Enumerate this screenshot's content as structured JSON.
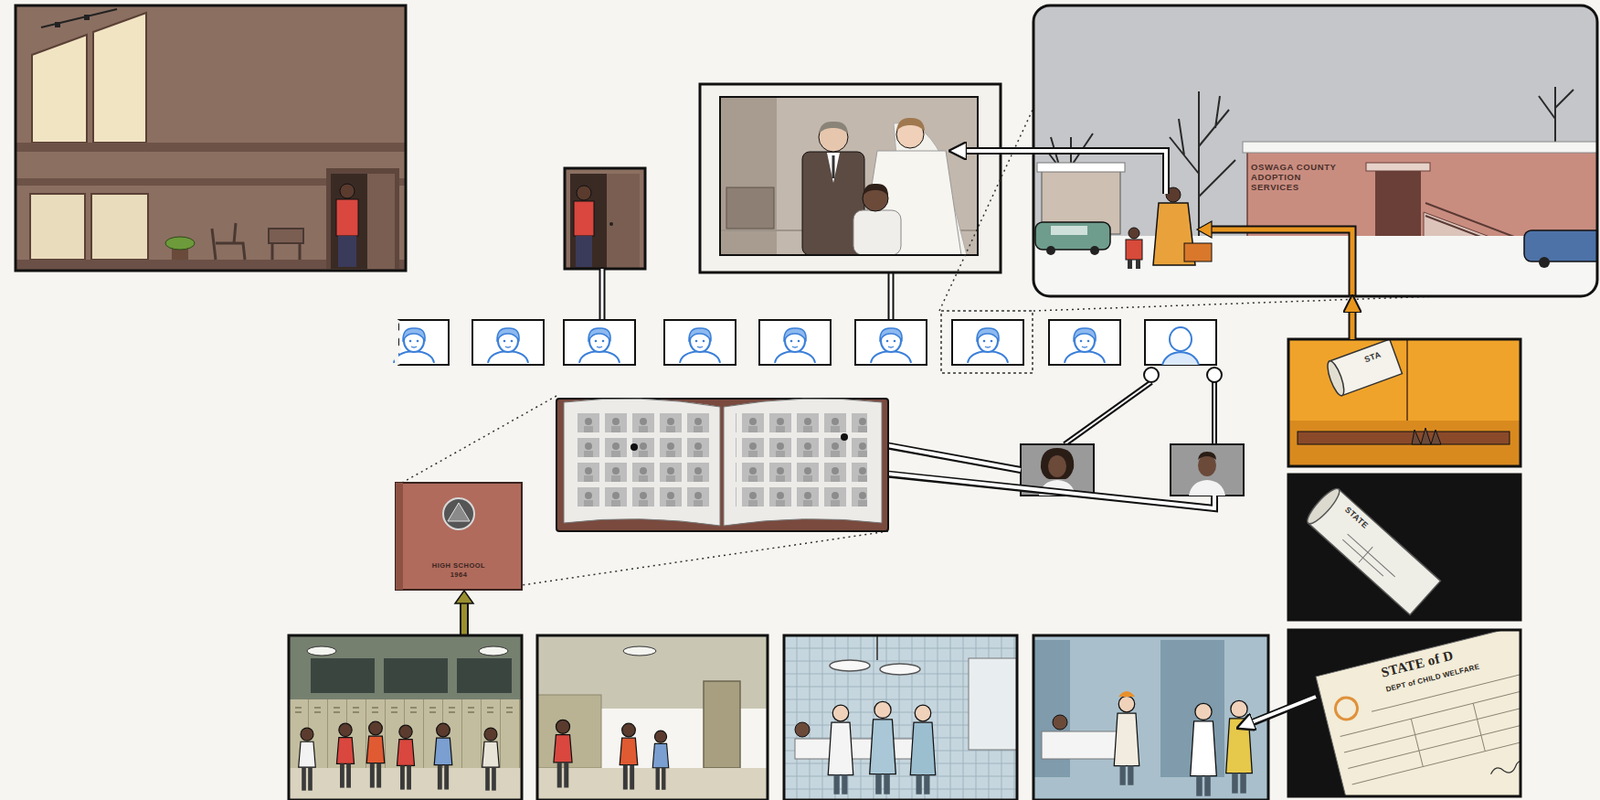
{
  "diagram": {
    "nodes": [
      {
        "text": [
          "OSWAGA COUNTY ADOPTION SERVICES"
        ]
      },
      {
        "text": [
          "STA"
        ]
      },
      {
        "text": [
          "STATE"
        ]
      },
      {
        "text": [
          "HIGH SCHOOL 1964"
        ]
      },
      {
        "text": [
          "STATE of D",
          "DEPT of CHILD WELFARE"
        ]
      }
    ],
    "edges": [
      {
        "from": 1,
        "to": 0,
        "arrow": "to"
      }
    ]
  }
}
